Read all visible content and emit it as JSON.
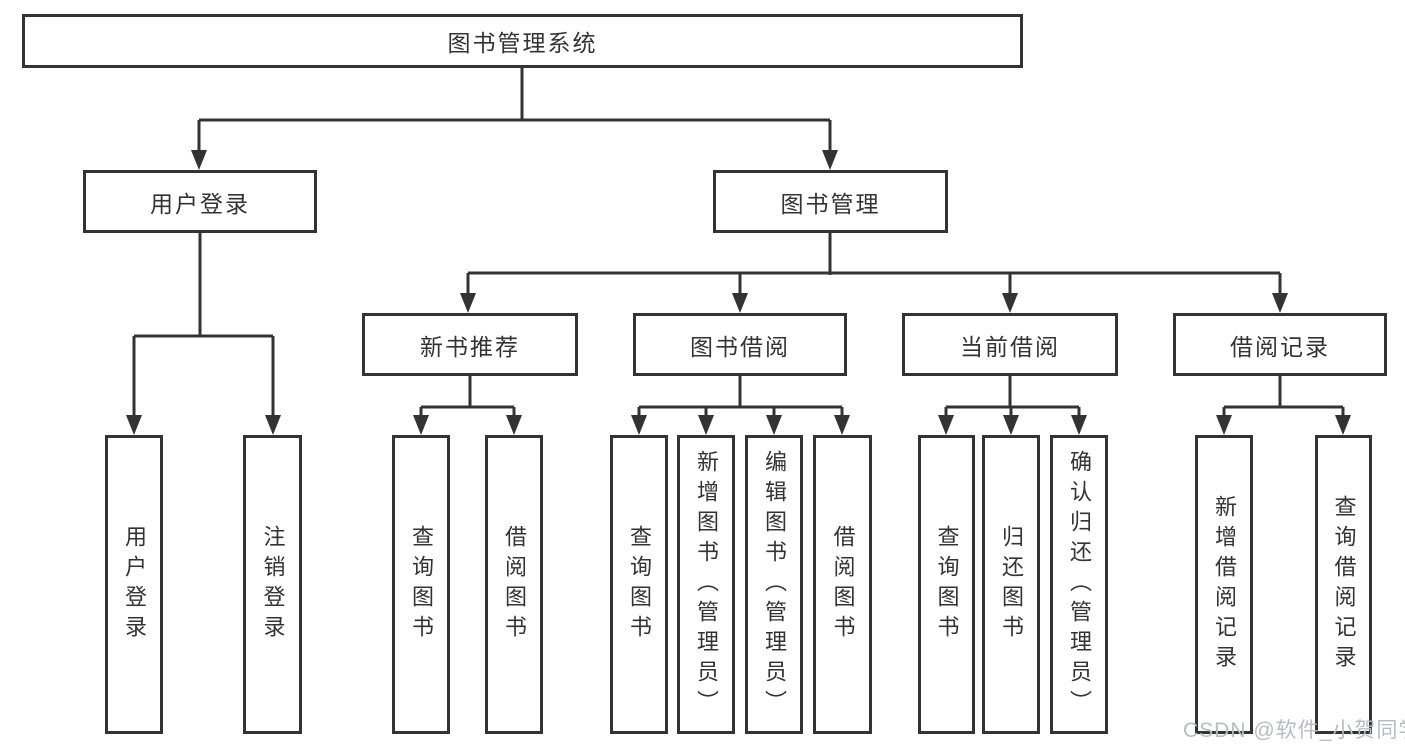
{
  "tree": {
    "root": {
      "label": "图书管理系统"
    },
    "level2": [
      {
        "label": "用户登录",
        "children": [
          {
            "label": "用户登录"
          },
          {
            "label": "注销登录"
          }
        ]
      },
      {
        "label": "图书管理",
        "children": [
          {
            "label": "新书推荐",
            "children": [
              {
                "label": "查询图书"
              },
              {
                "label": "借阅图书"
              }
            ]
          },
          {
            "label": "图书借阅",
            "children": [
              {
                "label": "查询图书"
              },
              {
                "label": "新增图书（管理员）"
              },
              {
                "label": "编辑图书（管理员）"
              },
              {
                "label": "借阅图书"
              }
            ]
          },
          {
            "label": "当前借阅",
            "children": [
              {
                "label": "查询图书"
              },
              {
                "label": "归还图书"
              },
              {
                "label": "确认归还（管理员）"
              }
            ]
          },
          {
            "label": "借阅记录",
            "children": [
              {
                "label": "新增借阅记录"
              },
              {
                "label": "查询借阅记录"
              }
            ]
          }
        ]
      }
    ]
  },
  "watermark": {
    "text": "CSDN @软件_小贺同学"
  },
  "colors": {
    "line": "#333333",
    "box_border": "#333333",
    "text": "#333333",
    "watermark": "#b7bcc4",
    "background": "#ffffff"
  }
}
